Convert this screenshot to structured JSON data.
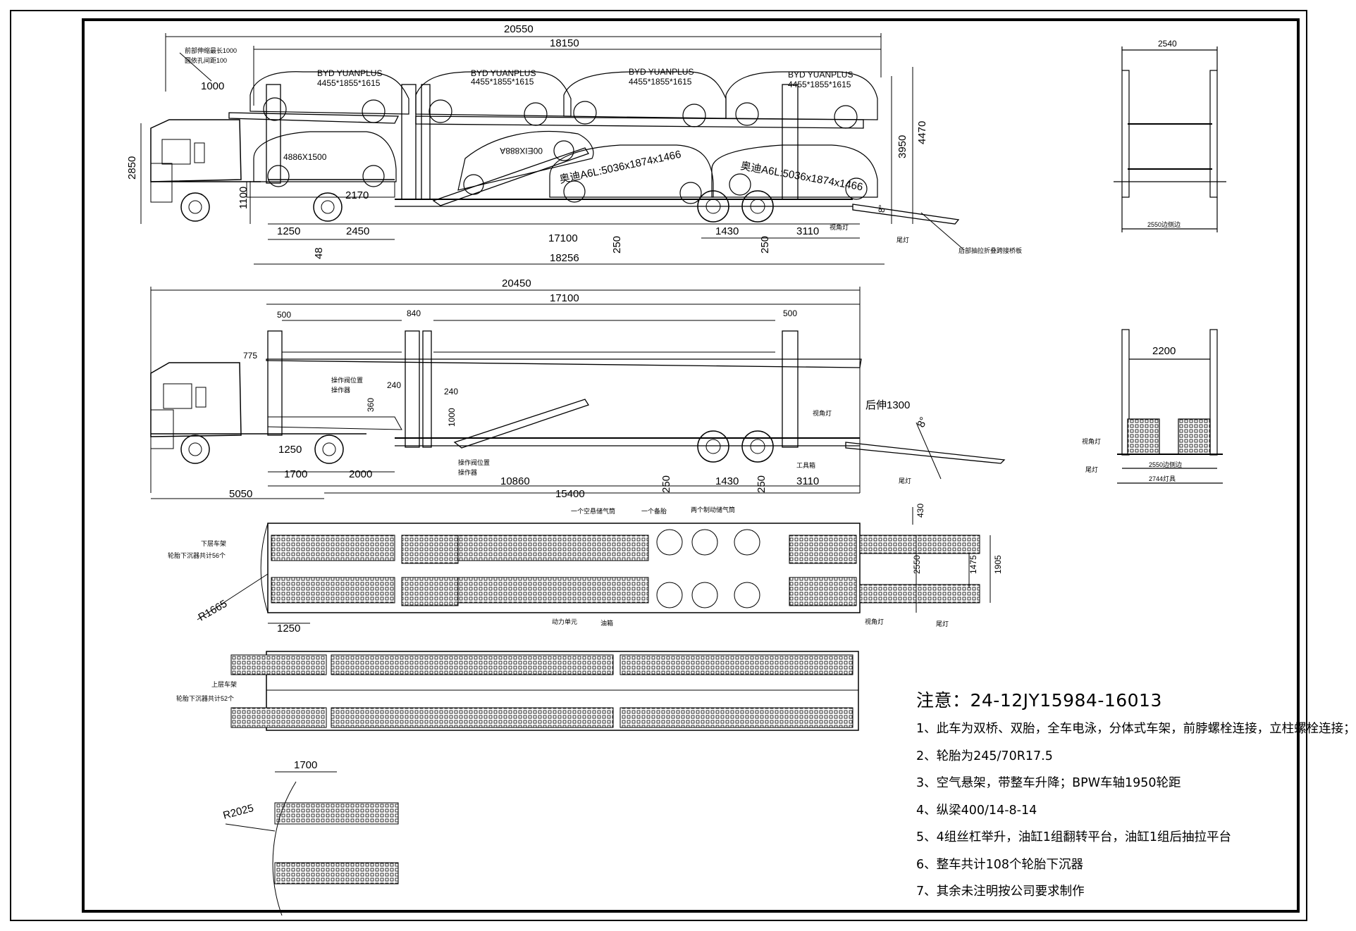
{
  "side_view_top": {
    "overall_length": "20550",
    "body_length": "18150",
    "label_front_extension": "前部伸缩最长1000",
    "label_mirror_gap": "圆依孔间距100",
    "front_ext": "1000",
    "car_upper_1_model": "BYD YUANPLUS",
    "car_upper_1_size": "4455*1855*1615",
    "car_upper_2_model": "BYD YUANPLUS",
    "car_upper_2_size": "4455*1855*1615",
    "car_upper_3_model": "BYD YUANPLUS",
    "car_upper_3_size": "4455*1855*1615",
    "car_upper_4_model": "BYD YUANPLUS",
    "car_upper_4_size": "4455*1855*1615",
    "car_lower_1_size": "4886X1500",
    "car_lower_2_label": "00EIX888A",
    "car_lower_3_label": "奥迪A6L:5036x1874x1466",
    "car_lower_4_label": "奥迪A6L:5036x1874x1466",
    "height_cab": "2850",
    "height_deck": "1100",
    "height_mid": "3950",
    "height_total": "4470",
    "dim_2170": "2170",
    "dim_1250": "1250",
    "dim_2450": "2450",
    "dim_17100": "17100",
    "dim_1430": "1430",
    "dim_3110": "3110",
    "dim_250a": "250",
    "dim_250b": "250",
    "dim_48": "48",
    "dim_18256": "18256",
    "dim_8": "8°",
    "label_side_lamp": "视角灯",
    "label_tail_lamp": "尾灯",
    "label_rear_platform": "后部抽拉折叠跨接桥板"
  },
  "side_view_bottom": {
    "overall_length": "20450",
    "body_length": "17100",
    "dim_500a": "500",
    "dim_840": "840",
    "dim_500b": "500",
    "dim_775": "775",
    "dim_240a": "240",
    "dim_240b": "240",
    "dim_360": "360",
    "dim_1000": "1000",
    "label_valve_pos1": "操作阀位置",
    "label_valve1": "操作器",
    "label_valve_pos2": "操作阀位置",
    "label_valve2": "操作器",
    "rear_extend": "后伸1300",
    "angle": "8°",
    "label_side_lamp": "视角灯",
    "label_toolbox": "工具箱",
    "label_tail_lamp": "尾灯",
    "dim_1250": "1250",
    "dim_1700": "1700",
    "dim_2000": "2000",
    "dim_10860": "10860",
    "dim_250a": "250",
    "dim_1430": "1430",
    "dim_250b": "250",
    "dim_3110": "3110",
    "dim_5050": "5050",
    "dim_15400": "15400"
  },
  "end_view_top": {
    "width_top": "2540",
    "width_bottom": "2550边侧边"
  },
  "end_view_bottom": {
    "width_inner": "2200",
    "label_side_lamp": "视角灯",
    "label_tail_lamp": "尾灯",
    "width_a": "2550边侧边",
    "width_b": "2744灯具"
  },
  "plan_lower": {
    "label_deck": "下层车架",
    "label_count": "轮胎下沉器共计56个",
    "label_air_tank": "一个空悬储气筒",
    "label_spare": "一个备胎",
    "label_brake_tanks": "两个制动储气筒",
    "label_power_unit": "动力单元",
    "label_oil_tank": "油箱",
    "label_side_lamp": "视角灯",
    "label_tail_lamp": "尾灯",
    "radius": "R1665",
    "dim_1250": "1250",
    "dim_430": "430",
    "dim_2550": "2550",
    "dim_1475": "1475",
    "dim_1905": "1905"
  },
  "plan_upper": {
    "label_deck": "上层车架",
    "label_count": "轮胎下沉器共计52个"
  },
  "plan_detail": {
    "dim_1700": "1700",
    "radius": "R2025"
  },
  "notes": {
    "title": "注意：24-12JY15984-16013",
    "items": [
      "1、此车为双桥、双胎，全车电泳，分体式车架，前脖螺栓连接，立柱螺栓连接；",
      "2、轮胎为245/70R17.5",
      "3、空气悬架，带整车升降；BPW车轴1950轮距",
      "4、纵梁400/14-8-14",
      "5、4组丝杠举升，油缸1组翻转平台，油缸1组后抽拉平台",
      "6、整车共计108个轮胎下沉器",
      "7、其余未注明按公司要求制作"
    ]
  }
}
